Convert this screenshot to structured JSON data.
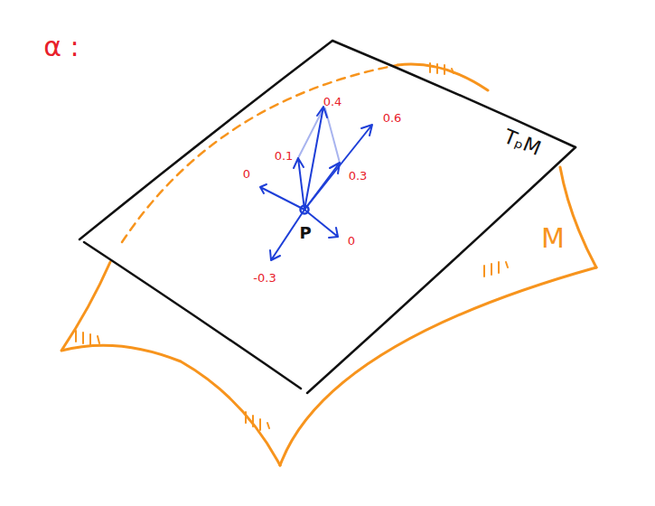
{
  "diagram": {
    "labels": [
      "α :",
      "TₚM",
      "M",
      "P",
      "0.4",
      "0.1",
      "0.6",
      "0.3",
      "0",
      "0",
      "-0.3"
    ]
  }
}
